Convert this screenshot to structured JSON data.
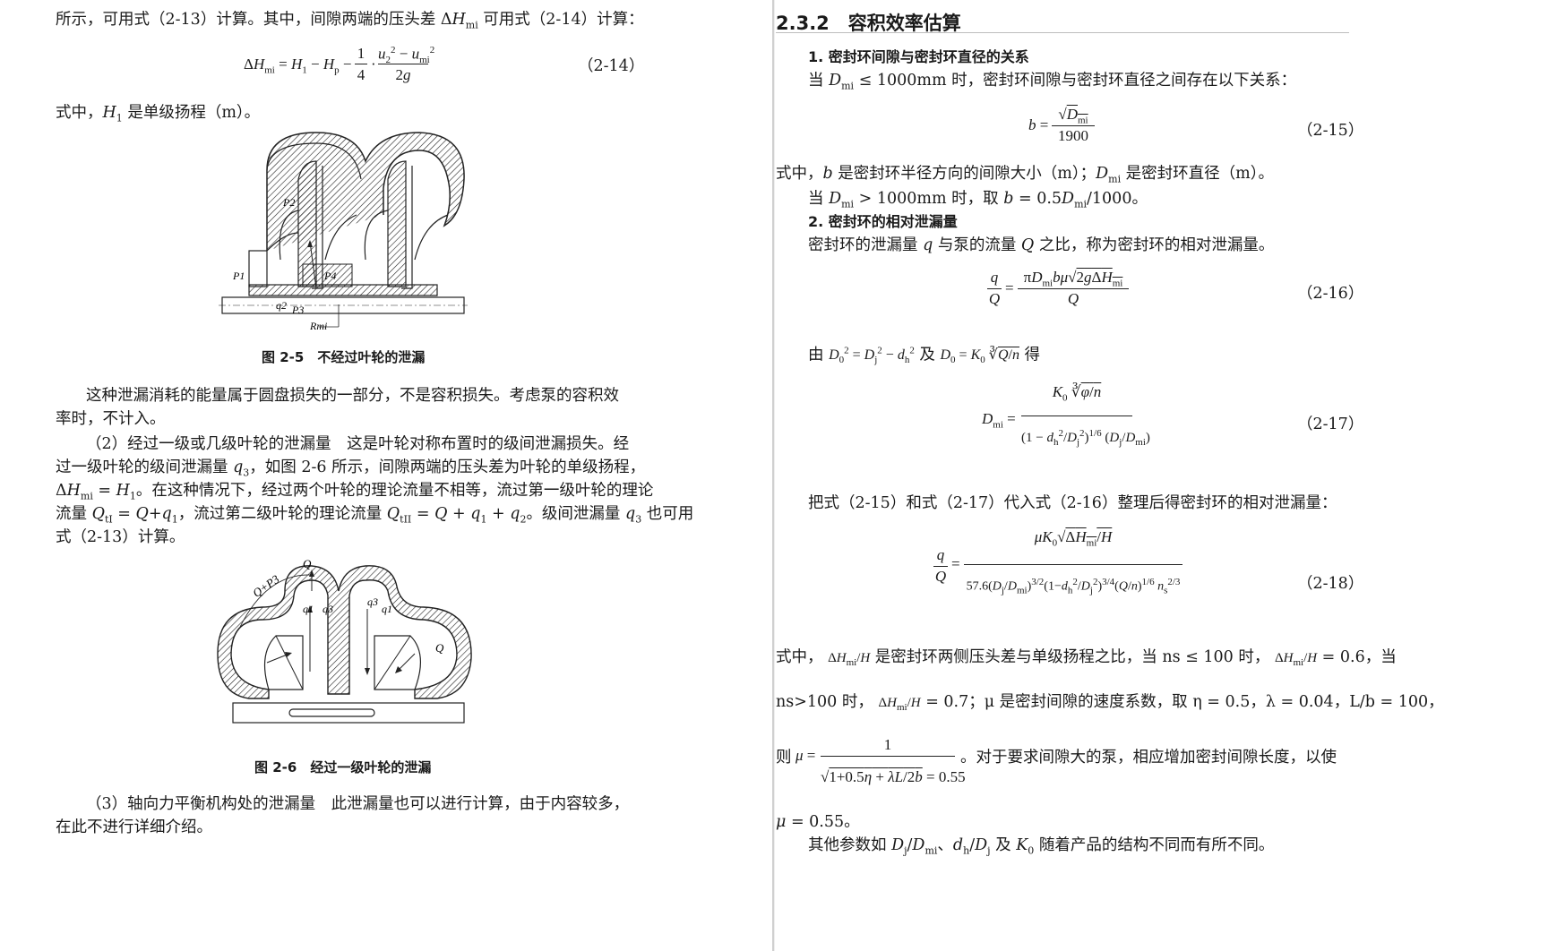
{
  "left": {
    "p1": "所示，可用式（2-13）计算。其中，间隙两端的压头差 ΔHmi 可用式（2-14）计算：",
    "eq_2_14_no": "（2-14）",
    "p2": "式中，H1 是单级扬程（m）。",
    "fig25_caption": "图 2-5　不经过叶轮的泄漏",
    "fig25_labels": {
      "p2": "P2",
      "p1": "P1",
      "p4": "P4",
      "q2": "q2",
      "p3": "P3",
      "rmi": "Rmi"
    },
    "p3a": "这种泄漏消耗的能量属于圆盘损失的一部分，不是容积损失。考虑泵的容积效",
    "p3b": "率时，不计入。",
    "p4a": "（2）经过一级或几级叶轮的泄漏量　这是叶轮对称布置时的级间泄漏损失。经",
    "p4b": "过一级叶轮的级间泄漏量 q3，如图 2-6 所示，间隙两端的压头差为叶轮的单级扬程，",
    "p4c": "ΔHmi = H1。在这种情况下，经过两个叶轮的理论流量不相等，流过第一级叶轮的理论",
    "p4d": "流量 QtI = Q+q1，流过第二级叶轮的理论流量 QtII = Q + q1 + q2。级间泄漏量 q3 也可用",
    "p4e": "式（2-13）计算。",
    "fig26_caption": "图 2-6　经过一级叶轮的泄漏",
    "fig26_labels": {
      "q": "Q",
      "qp3": "Q+P3",
      "q1": "q1",
      "q3": "q3",
      "q3b": "q3",
      "q1b": "q1",
      "qr": "Q"
    },
    "p5a": "（3）轴向力平衡机构处的泄漏量　此泄漏量也可以进行计算，由于内容较多，",
    "p5b": "在此不进行详细介绍。"
  },
  "right": {
    "section": "2.3.2　容积效率估算",
    "h1": "1. 密封环间隙与密封环直径的关系",
    "r1": "当 Dmi ≤ 1000mm 时，密封环间隙与密封环直径之间存在以下关系：",
    "eq_2_15_no": "（2-15）",
    "r2": "式中，b 是密封环半径方向的间隙大小（m）；Dmi 是密封环直径（m）。",
    "r3": "当 Dmi > 1000mm 时，取 b = 0.5Dmi/1000。",
    "h2": "2. 密封环的相对泄漏量",
    "r4": "密封环的泄漏量 q 与泵的流量 Q 之比，称为密封环的相对泄漏量。",
    "eq_2_16_no": "（2-16）",
    "r5_pre": "由",
    "r5_mid": "及",
    "r5_post": "得",
    "eq_2_17_no": "（2-17）",
    "r6": "把式（2-15）和式（2-17）代入式（2-16）整理后得密封环的相对泄漏量：",
    "eq_2_18_no": "（2-18）",
    "r7a": "是密封环两侧压头差与单级扬程之比，当 ns ≤ 100 时，",
    "r7b": "= 0.6，当",
    "r8a": "ns>100 时，",
    "r8b": "= 0.7；μ 是密封间隙的速度系数，取 η = 0.5，λ = 0.04，L/b = 100，",
    "r9": "。对于要求间隙大的泵，相应增加密封间隙长度，以使",
    "r10": "μ = 0.55。",
    "r11": "其他参数如 Dj/Dmi、dh/Dj 及 K0 随着产品的结构不同而有所不同。",
    "lbl_shizhong": "式中，",
    "lbl_ze": "则"
  }
}
